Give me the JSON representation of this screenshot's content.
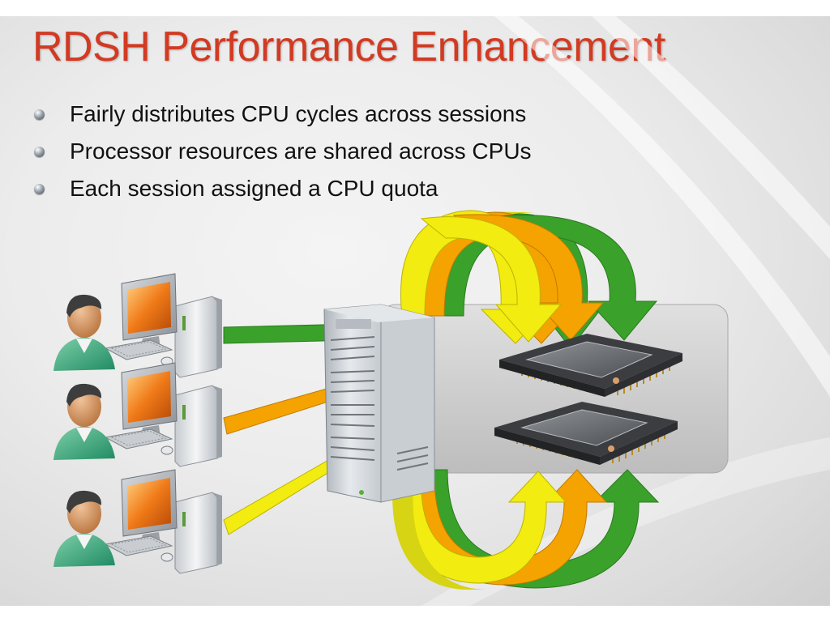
{
  "slide": {
    "title": "RDSH Performance Enhancement",
    "bullets": [
      {
        "text": "Fairly distributes CPU cycles across sessions",
        "icon": "sphere-bullet-icon"
      },
      {
        "text": "Processor resources are shared across CPUs",
        "icon": "sphere-bullet-icon"
      },
      {
        "text": "Each session assigned a CPU quota",
        "icon": "sphere-bullet-icon"
      }
    ]
  },
  "diagram": {
    "users": [
      {
        "icon": "user-workstation-icon",
        "arrow_color": "#3aa12b"
      },
      {
        "icon": "user-workstation-icon",
        "arrow_color": "#f5a300"
      },
      {
        "icon": "user-workstation-icon",
        "arrow_color": "#f2ec10"
      }
    ],
    "server_icon": "server-tower-icon",
    "cpu_icons": [
      "cpu-chip-icon",
      "cpu-chip-icon"
    ],
    "colors": {
      "title": "#d23a22",
      "green": "#3aa12b",
      "orange": "#f5a300",
      "yellow": "#f2ec10"
    }
  }
}
